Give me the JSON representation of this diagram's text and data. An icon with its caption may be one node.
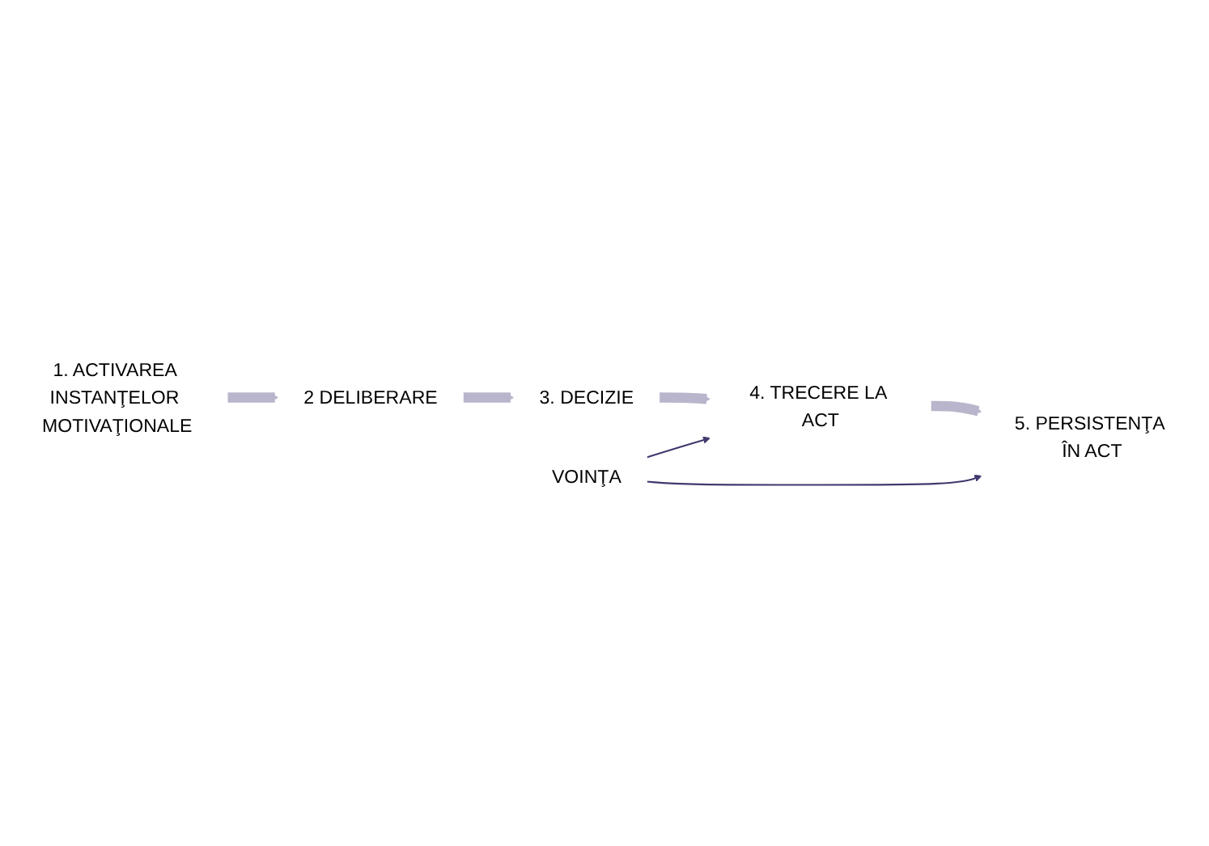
{
  "diagram": {
    "nodes": [
      {
        "text": [
          "2 DELIBERARE"
        ]
      },
      {
        "text": [
          "3. DECIZIE"
        ]
      },
      {
        "text": [
          "4. TRECERE LA ACT"
        ]
      },
      {
        "text": [
          "5. PERSISTENŢA ÎN ACT"
        ]
      },
      {
        "text": [
          "1. ACTIVAREA INSTANŢELOR MOTIVAŢIONALE"
        ]
      },
      {
        "text": [
          "VOINŢA"
        ]
      }
    ],
    "edges": [
      {
        "from": 4,
        "to": 0,
        "arrow": "to"
      },
      {
        "from": 0,
        "to": 1,
        "arrow": "to"
      },
      {
        "from": 1,
        "to": 2,
        "arrow": "to"
      },
      {
        "from": 2,
        "to": 3,
        "arrow": "to"
      },
      {
        "from": 5,
        "to": 3,
        "arrow": "to",
        "color": "#3f3a6e"
      },
      {
        "from": 5,
        "to": 2,
        "arrow": "to",
        "color": "#3f3a6e"
      }
    ]
  }
}
